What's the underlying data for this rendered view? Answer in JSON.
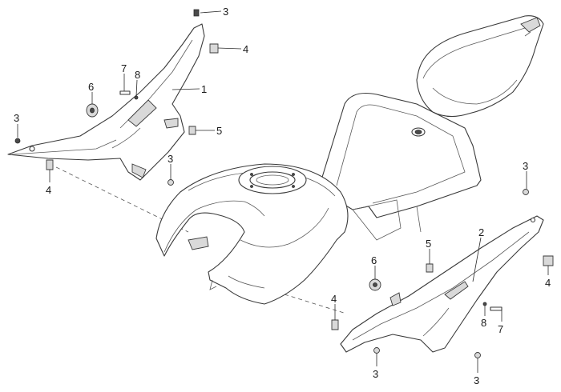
{
  "callouts": {
    "c1": "1",
    "c2": "2",
    "c3_top": "3",
    "c4_top": "4",
    "c7_left": "7",
    "c8_left": "8",
    "c6_left": "6",
    "c3_left": "3",
    "c5_left": "5",
    "c3_mid": "3",
    "c4_left": "4",
    "c3_right_top": "3",
    "c5_right": "5",
    "c6_right": "6",
    "c4_right": "4",
    "c4_bottom": "4",
    "c8_right": "8",
    "c7_right": "7",
    "c3_bottom_mid": "3",
    "c3_bottom_right": "3"
  }
}
